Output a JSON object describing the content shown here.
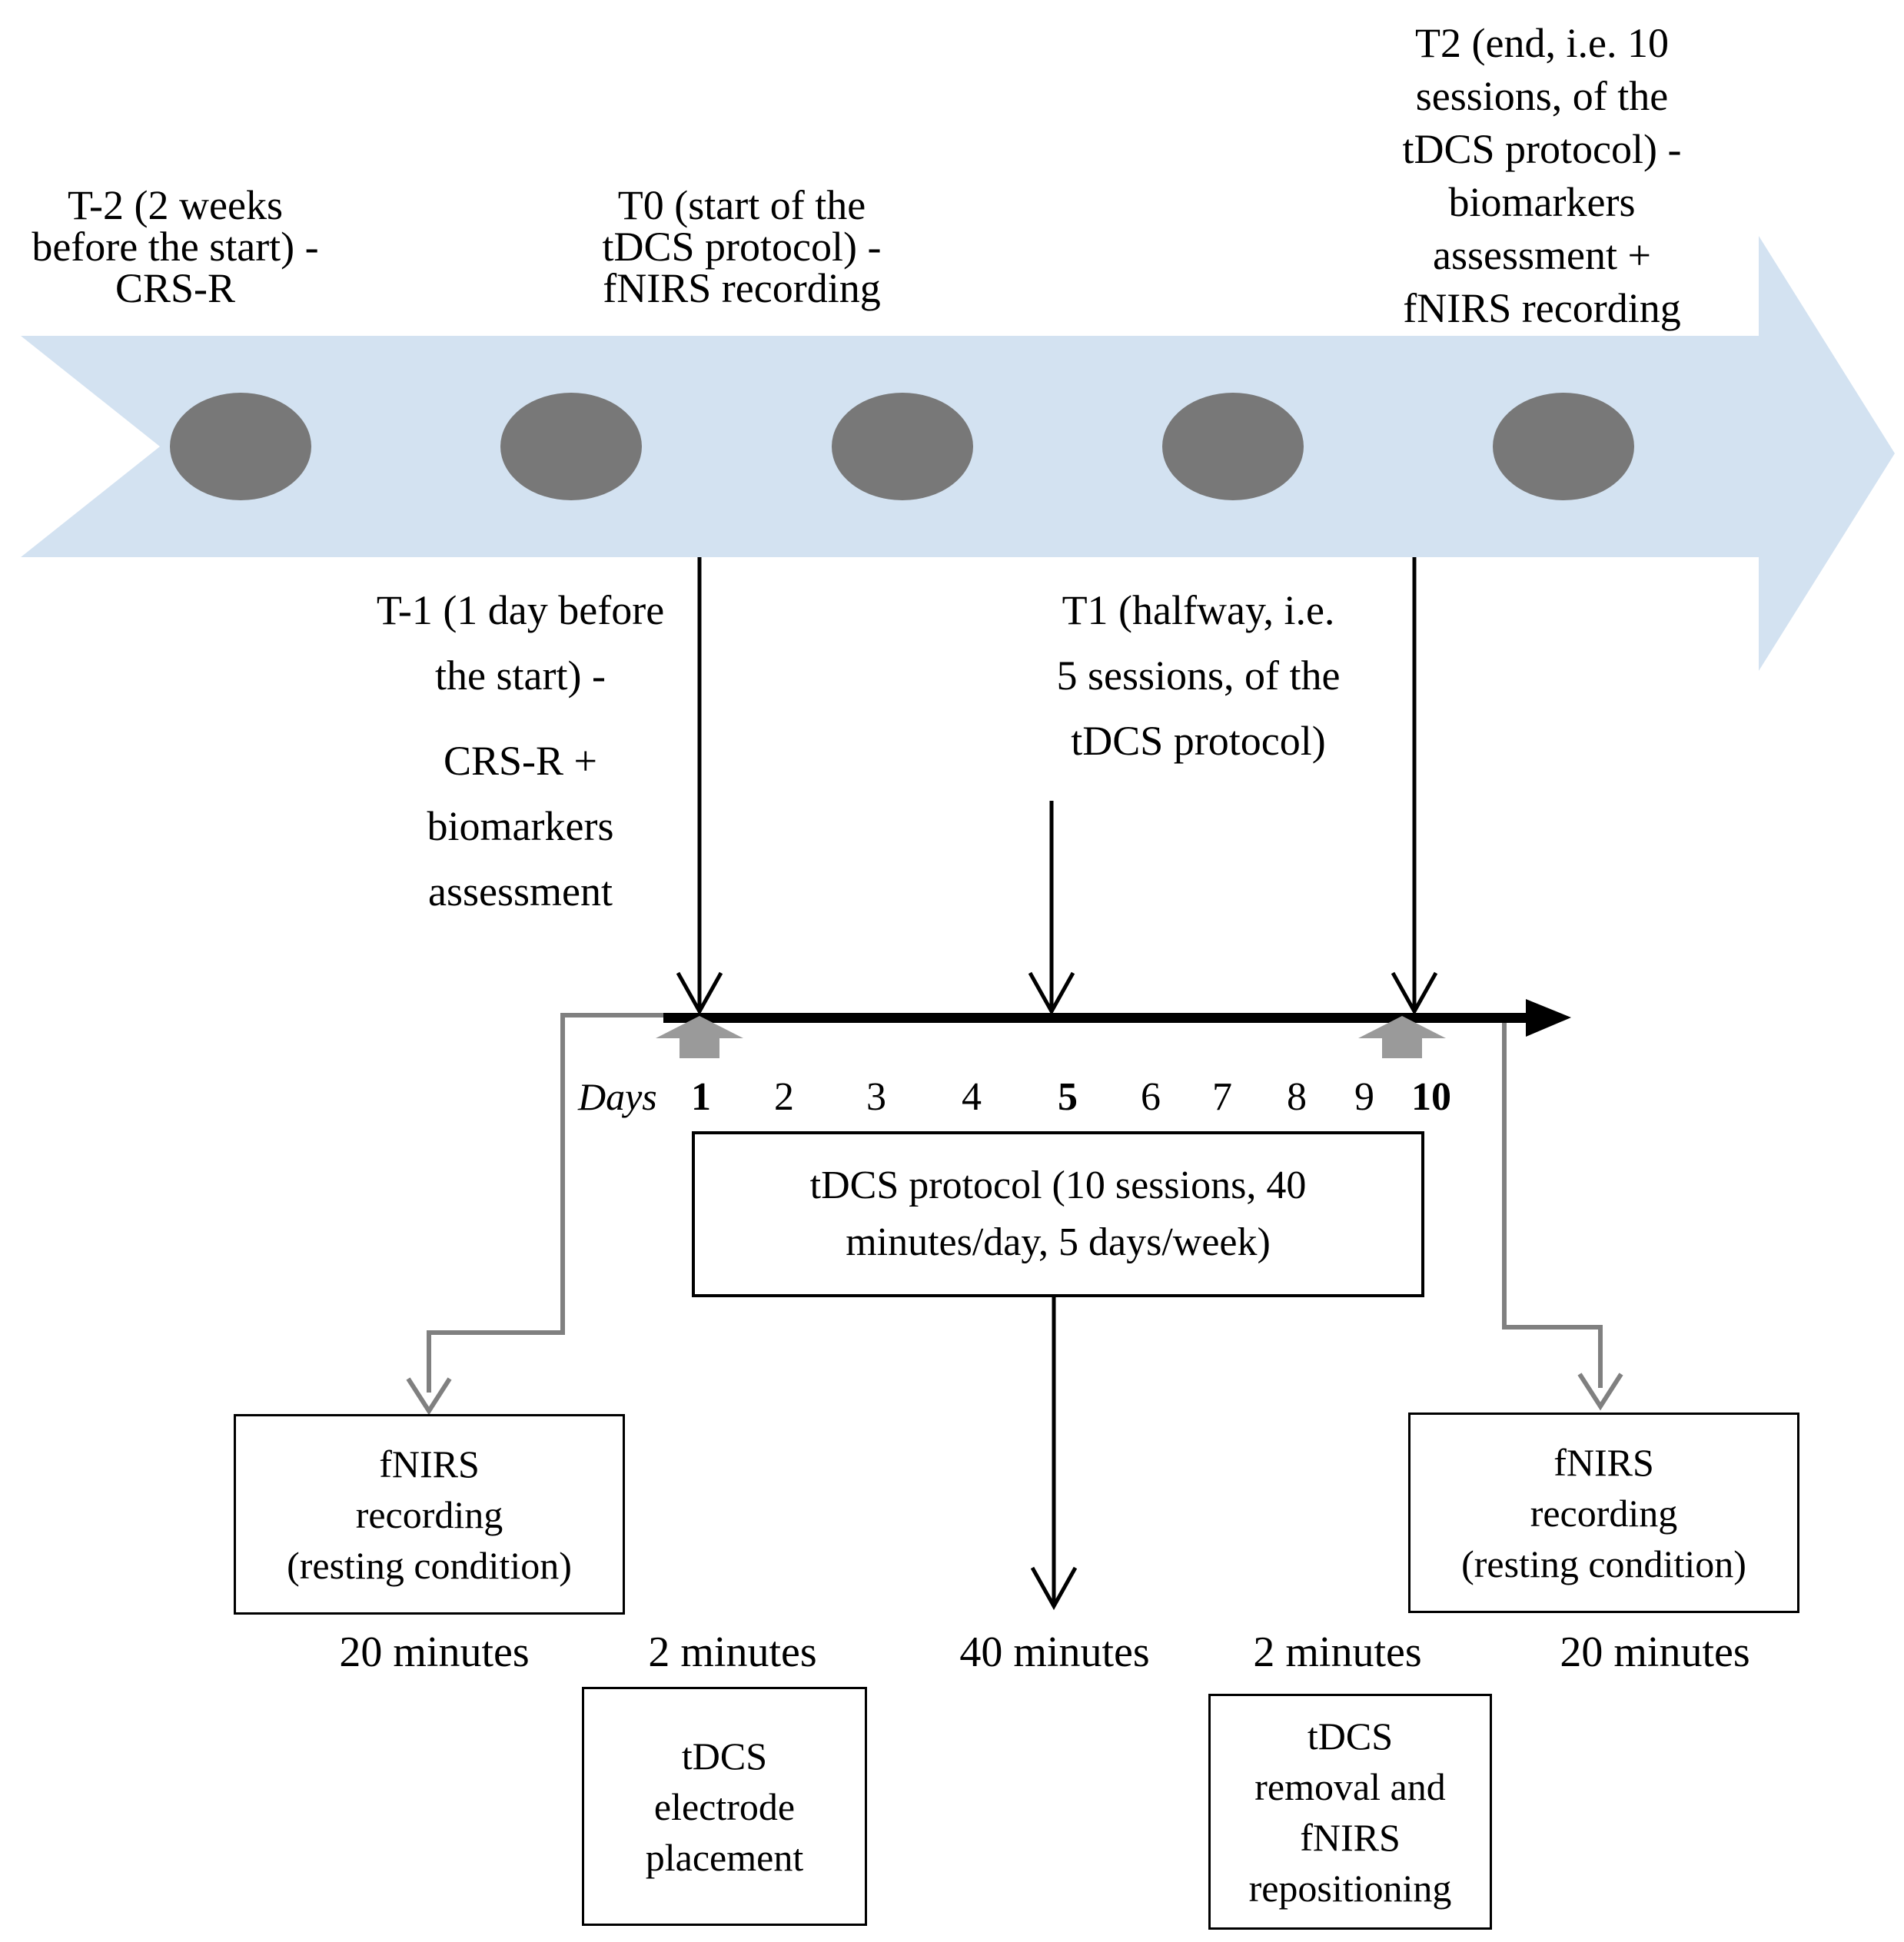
{
  "colors": {
    "arrow_fill": "#d3e2f1",
    "dot_fill": "#787878",
    "connector": "#808080",
    "block_arrow": "#9a9a9a",
    "ink": "#000000"
  },
  "phase_labels_above": {
    "t_minus_2": {
      "lines": [
        "T-2 (2 weeks",
        "before the start) -",
        "CRS-R"
      ]
    },
    "t0": {
      "lines": [
        "T0 (start of the",
        "tDCS protocol) -",
        "fNIRS recording"
      ]
    },
    "t2": {
      "lines": [
        "T2 (end, i.e. 10",
        "sessions, of the",
        "tDCS protocol) -",
        "biomarkers",
        "assessment +",
        "fNIRS recording"
      ]
    }
  },
  "phase_labels_below": {
    "t_minus_1": {
      "para1": [
        "T-1 (1 day before",
        "the start) -"
      ],
      "para2": [
        "CRS-R +",
        "biomarkers",
        "assessment"
      ]
    },
    "t1": {
      "lines": [
        "T1 (halfway, i.e.",
        "5 sessions, of the",
        "tDCS protocol)"
      ]
    }
  },
  "days_axis": {
    "label": "Days",
    "ticks": [
      {
        "value": "1",
        "bold": true
      },
      {
        "value": "2",
        "bold": false
      },
      {
        "value": "3",
        "bold": false
      },
      {
        "value": "4",
        "bold": false
      },
      {
        "value": "5",
        "bold": true
      },
      {
        "value": "6",
        "bold": false
      },
      {
        "value": "7",
        "bold": false
      },
      {
        "value": "8",
        "bold": false
      },
      {
        "value": "9",
        "bold": false
      },
      {
        "value": "10",
        "bold": true
      }
    ]
  },
  "protocol_box": {
    "lines": [
      "tDCS protocol (10 sessions, 40",
      "minutes/day, 5 days/week)"
    ]
  },
  "boxes": {
    "fnirs_left": {
      "lines": [
        "fNIRS",
        "recording",
        "(resting condition)"
      ]
    },
    "fnirs_right": {
      "lines": [
        "fNIRS",
        "recording",
        "(resting condition)"
      ]
    },
    "electrode": {
      "lines": [
        "tDCS",
        "electrode",
        "placement"
      ]
    },
    "removal": {
      "lines": [
        "tDCS",
        "removal and",
        "fNIRS",
        "repositioning"
      ]
    }
  },
  "durations": {
    "fnirs_left": "20 minutes",
    "electrode": "2 minutes",
    "stimulation": "40 minutes",
    "removal": "2 minutes",
    "fnirs_right": "20 minutes"
  }
}
